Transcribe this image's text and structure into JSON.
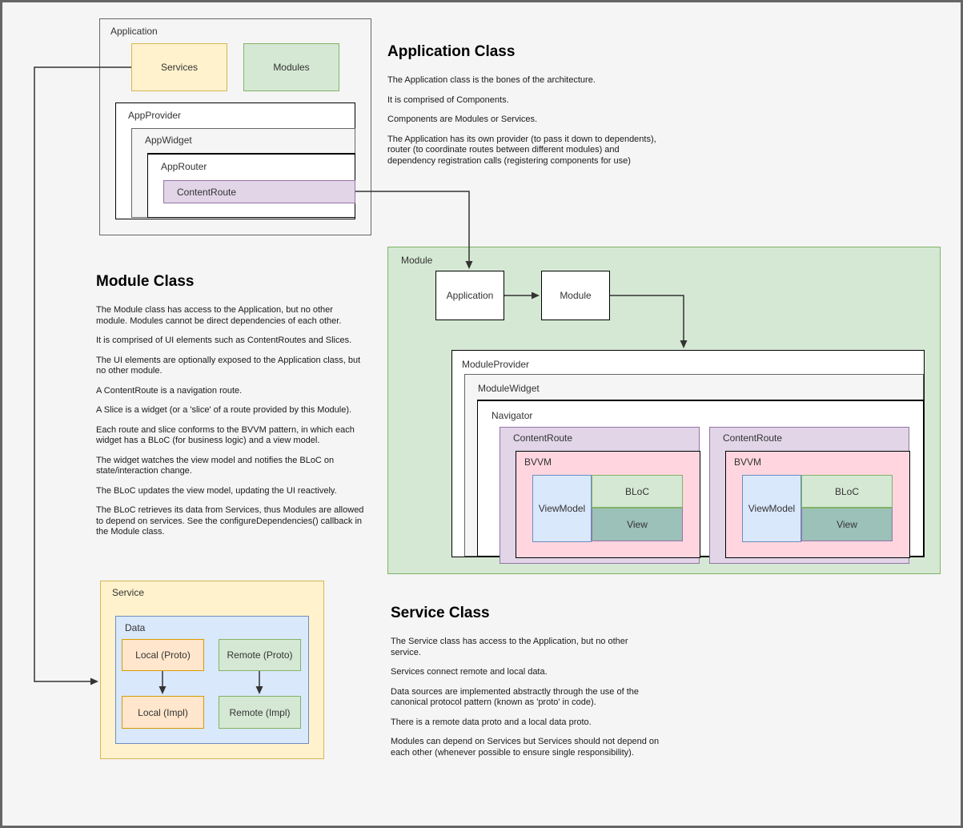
{
  "colors": {
    "canvas_bg": "#f5f5f5",
    "frame": "#666666",
    "yellow_fill": "#fff2cc",
    "yellow_stroke": "#d6b656",
    "green_fill": "#d5e8d4",
    "green_stroke": "#82b366",
    "purple_fill": "#e1d5e7",
    "purple_stroke": "#9673a6",
    "blue_fill": "#dae8fc",
    "blue_stroke": "#6c8ebf",
    "orange_fill": "#ffe6cc",
    "orange_stroke": "#d79b00",
    "pink_fill": "#ffd6e0",
    "teal_fill": "#9bc1b8",
    "connector": "#333333"
  },
  "app_diagram": {
    "container_label": "Application",
    "services_label": "Services",
    "modules_label": "Modules",
    "app_provider_label": "AppProvider",
    "app_widget_label": "AppWidget",
    "app_router_label": "AppRouter",
    "content_route_label": "ContentRoute"
  },
  "application_class": {
    "title": "Application Class",
    "paragraphs": [
      "The Application class is the bones of the architecture.",
      "It is comprised of Components.",
      "Components are Modules or Services.",
      "The Application has its own provider (to pass it down to dependents),\nrouter (to coordinate routes between different modules) and\ndependency registration calls (registering components for use)"
    ]
  },
  "module_class": {
    "title": "Module Class",
    "paragraphs": [
      "The Module class has access to the Application, but no other\nmodule. Modules cannot be direct dependencies of each other.",
      "It is comprised of UI elements such as ContentRoutes and Slices.",
      "The UI elements are optionally exposed to the Application class, but\nno other module.",
      "A ContentRoute is a navigation route.",
      "A Slice is a widget (or a 'slice' of a route provided by this Module).",
      "Each route and slice conforms to the BVVM pattern, in which each\nwidget has a BLoC (for business logic) and a view model.",
      "The widget watches the view model and notifies the BLoC on\nstate/interaction change.",
      "The BLoC updates the view model, updating the UI reactively.",
      "The BLoC retrieves its data from Services, thus Modules are allowed\nto depend on services. See the configureDependencies() callback in\nthe Module class."
    ]
  },
  "module_diagram": {
    "container_label": "Module",
    "application_box_label": "Application",
    "module_box_label": "Module",
    "module_provider_label": "ModuleProvider",
    "module_widget_label": "ModuleWidget",
    "navigator_label": "Navigator",
    "content_routes": [
      {
        "label": "ContentRoute",
        "bvvm_label": "BVVM",
        "view_model_label": "ViewModel",
        "bloc_label": "BLoC",
        "view_label": "View"
      },
      {
        "label": "ContentRoute",
        "bvvm_label": "BVVM",
        "view_model_label": "ViewModel",
        "bloc_label": "BLoC",
        "view_label": "View"
      }
    ]
  },
  "service_diagram": {
    "container_label": "Service",
    "data_label": "Data",
    "local_proto_label": "Local (Proto)",
    "remote_proto_label": "Remote (Proto)",
    "local_impl_label": "Local (Impl)",
    "remote_impl_label": "Remote (Impl)"
  },
  "service_class": {
    "title": "Service Class",
    "paragraphs": [
      "The Service class has access to the Application, but no other\nservice.",
      "Services connect remote and local data.",
      "Data sources are implemented abstractly through the use of the\ncanonical protocol pattern (known as 'proto' in code).",
      "There is a remote data proto and a local data proto.",
      "Modules can depend on Services but Services should not depend on\neach other (whenever possible to ensure single responsibility)."
    ]
  }
}
